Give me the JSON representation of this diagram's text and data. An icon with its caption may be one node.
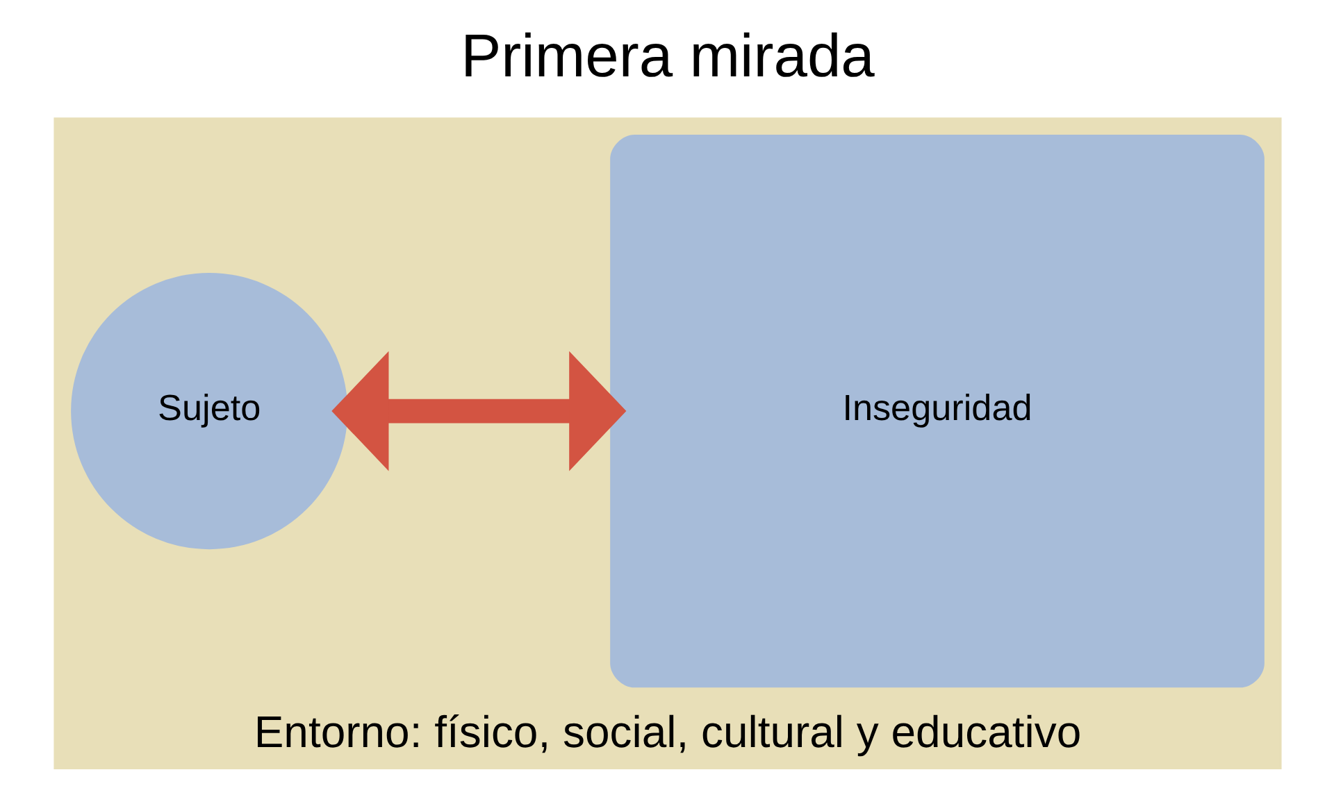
{
  "diagram": {
    "title": "Primera mirada",
    "nodes": [
      {
        "text": [
          "Entorno: físico, social, cultural y educativo"
        ]
      },
      {
        "text": [
          "Sujeto"
        ],
        "in": 0
      },
      {
        "text": [
          "Inseguridad"
        ],
        "in": 0
      }
    ],
    "edges": [
      {
        "from": 1,
        "to": 2,
        "arrow": "both",
        "color": "#d35442"
      }
    ]
  }
}
